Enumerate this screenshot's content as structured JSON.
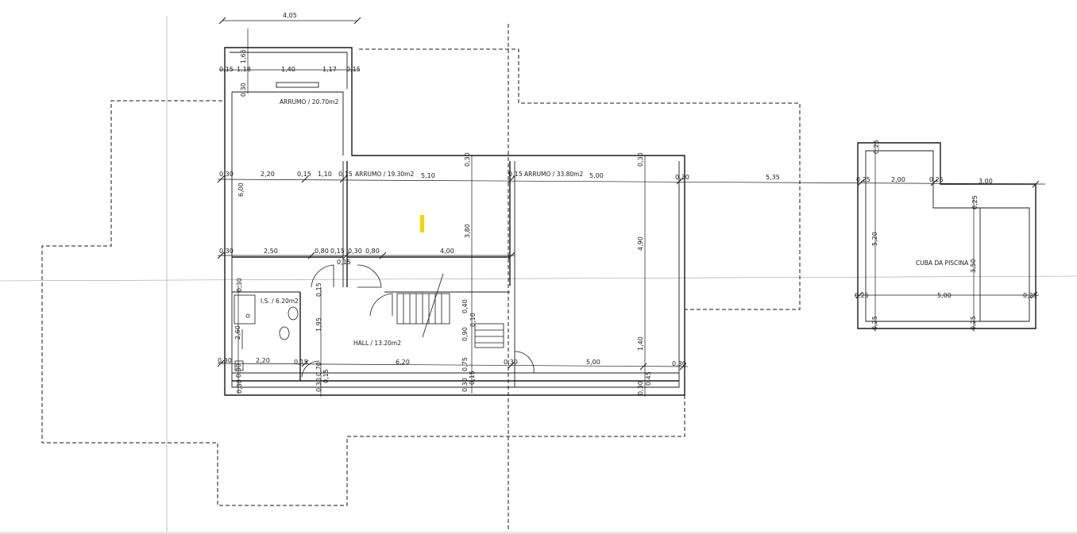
{
  "rooms": {
    "arrumo_1": "ARRUMO / 20.70m2",
    "arrumo_2": "ARRUMO / 19.30m2",
    "arrumo_3": "ARRUMO / 33.80m2",
    "is": "I.S. / 6.20m2",
    "hall": "HALL / 13.20m2",
    "cuba": "CUBA DA PISCINA"
  },
  "dimensions": {
    "top_overall": "4,05",
    "top_15_left": "0,15",
    "top_118": "1,18",
    "top_140": "1,40",
    "top_117": "1,17",
    "top_15_right": "0,15",
    "v_165": "1,65",
    "v_030_top": "0,30",
    "r1_030": "0,30",
    "r1_220": "2,20",
    "r1_015": "0,15",
    "r1_110": "1,10",
    "r1_015b": "0,15",
    "r1_510": "5,10",
    "r1_015c": "0,15",
    "r1_500": "5,00",
    "r1_030b": "0,30",
    "r1_535": "5,35",
    "v_030_mid": "0,30",
    "v_030_right": "0,30",
    "v_600": "6,00",
    "v_380": "3,80",
    "v_490": "4,90",
    "r2_030": "0,30",
    "r2_250": "2,50",
    "r2_080": "0,80",
    "r2_015": "0,15",
    "r2_030b": "0,30",
    "r2_080b": "0,80",
    "r2_400": "4,00",
    "r2_015v": "0,15",
    "v_015_is": "0,15",
    "v_040": "0,40",
    "v_010": "0,10",
    "v_195": "1,95",
    "v_260": "2,60",
    "v_090": "0,90",
    "v_140": "1,40",
    "r3_030": "0,30",
    "r3_220": "2,20",
    "r3_015": "0,15",
    "r3_620": "6,20",
    "r3_030b": "0,30",
    "r3_500": "5,00",
    "r3_030c": "0,30",
    "v_070": "0,70",
    "v_075": "0,75",
    "v_015_b1": "0,15",
    "v_015_b2": "0,15",
    "v_030_b1": "0,30",
    "v_030_b2": "0,30",
    "v_030_b3": "0,30",
    "v_030_b4": "0,30",
    "v_045": "0,45",
    "v_030_b5": "0,30",
    "v_030_left": "0,30",
    "p_025_a": "0,25",
    "p_200": "2,00",
    "p_025_b": "0,25",
    "p_300": "3,00",
    "p_025_top": "0,25",
    "p_025_r": "0,25",
    "p_520": "5,20",
    "p_350": "3,50",
    "p_025_c": "0,25",
    "p_500": "5,00",
    "p_025_d": "0,25",
    "p_025_e": "0,25",
    "p_025_f": "0,25"
  },
  "colors": {
    "highlight": "#f2d600",
    "ink": "#1a1a1a"
  }
}
